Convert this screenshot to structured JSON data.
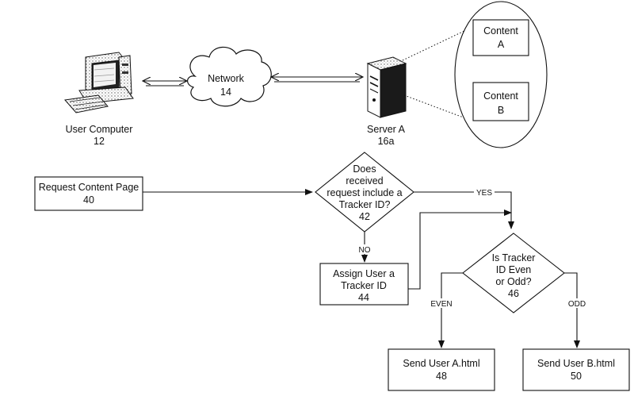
{
  "top": {
    "user_computer": {
      "name": "User Computer",
      "ref": "12"
    },
    "network": {
      "name": "Network",
      "ref": "14"
    },
    "server": {
      "name": "Server A",
      "ref": "16a"
    },
    "content_a": {
      "line1": "Content",
      "line2": "A"
    },
    "content_b": {
      "line1": "Content",
      "line2": "B"
    }
  },
  "flow": {
    "request": {
      "text": "Request Content Page",
      "ref": "40"
    },
    "decision_tracker": {
      "line1": "Does",
      "line2": "received",
      "line3": "request include a",
      "line4": "Tracker ID?",
      "ref": "42"
    },
    "assign": {
      "line1": "Assign User a",
      "line2": "Tracker ID",
      "ref": "44"
    },
    "decision_even_odd": {
      "line1": "Is Tracker",
      "line2": "ID Even",
      "line3": "or Odd?",
      "ref": "46"
    },
    "send_a": {
      "text": "Send User A.html",
      "ref": "48"
    },
    "send_b": {
      "text": "Send User B.html",
      "ref": "50"
    },
    "labels": {
      "yes": "YES",
      "no": "NO",
      "even": "EVEN",
      "odd": "ODD"
    }
  }
}
